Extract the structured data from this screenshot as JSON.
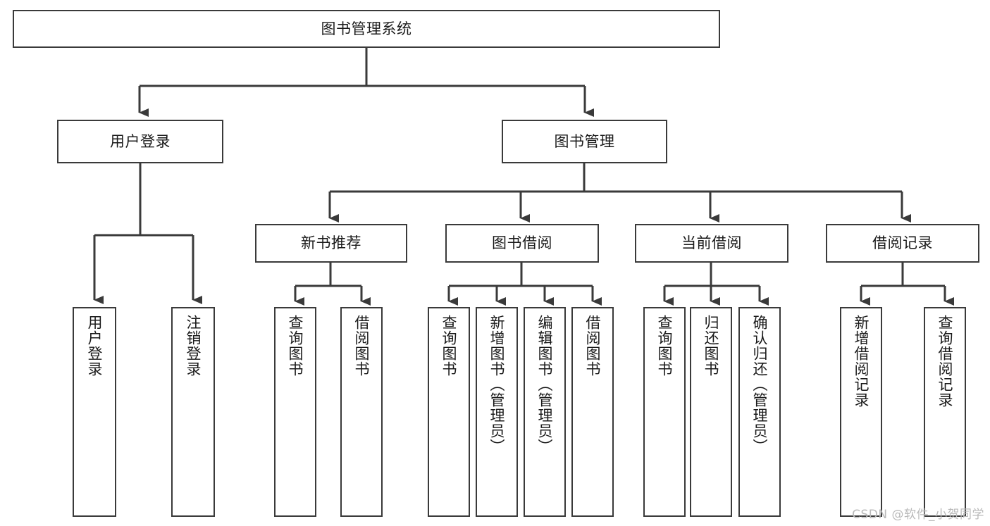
{
  "diagram": {
    "title_node": {
      "id": "root",
      "label": "图书管理系统"
    },
    "level2": [
      {
        "id": "user-login",
        "label": "用户登录"
      },
      {
        "id": "book-management",
        "label": "图书管理"
      }
    ],
    "level3": [
      {
        "id": "new-book-recommend",
        "label": "新书推荐"
      },
      {
        "id": "book-borrow",
        "label": "图书借阅"
      },
      {
        "id": "current-borrow",
        "label": "当前借阅"
      },
      {
        "id": "borrow-record",
        "label": "借阅记录"
      }
    ],
    "leaves": {
      "user_login": [
        {
          "id": "leaf-user-login",
          "label": "用户登录"
        },
        {
          "id": "leaf-user-logout",
          "label": "注销登录"
        }
      ],
      "new_book_recommend": [
        {
          "id": "leaf-query-book-1",
          "label": "查询图书"
        },
        {
          "id": "leaf-borrow-book-1",
          "label": "借阅图书"
        }
      ],
      "book_borrow": [
        {
          "id": "leaf-query-book-2",
          "label": "查询图书"
        },
        {
          "id": "leaf-add-book",
          "label": "新增图书（管理员）"
        },
        {
          "id": "leaf-edit-book",
          "label": "编辑图书（管理员）"
        },
        {
          "id": "leaf-borrow-book-2",
          "label": "借阅图书"
        }
      ],
      "current_borrow": [
        {
          "id": "leaf-query-book-3",
          "label": "查询图书"
        },
        {
          "id": "leaf-return-book",
          "label": "归还图书"
        },
        {
          "id": "leaf-confirm-return",
          "label": "确认归还（管理员）"
        }
      ],
      "borrow_record": [
        {
          "id": "leaf-add-record",
          "label": "新增借阅记录"
        },
        {
          "id": "leaf-query-record",
          "label": "查询借阅记录"
        }
      ]
    }
  },
  "watermark": {
    "text": "CSDN @软件_小贺同学"
  },
  "colors": {
    "border": "#3a3a3a",
    "background": "#ffffff",
    "text": "#1a1a1a",
    "watermark": "#b9b9b9"
  }
}
